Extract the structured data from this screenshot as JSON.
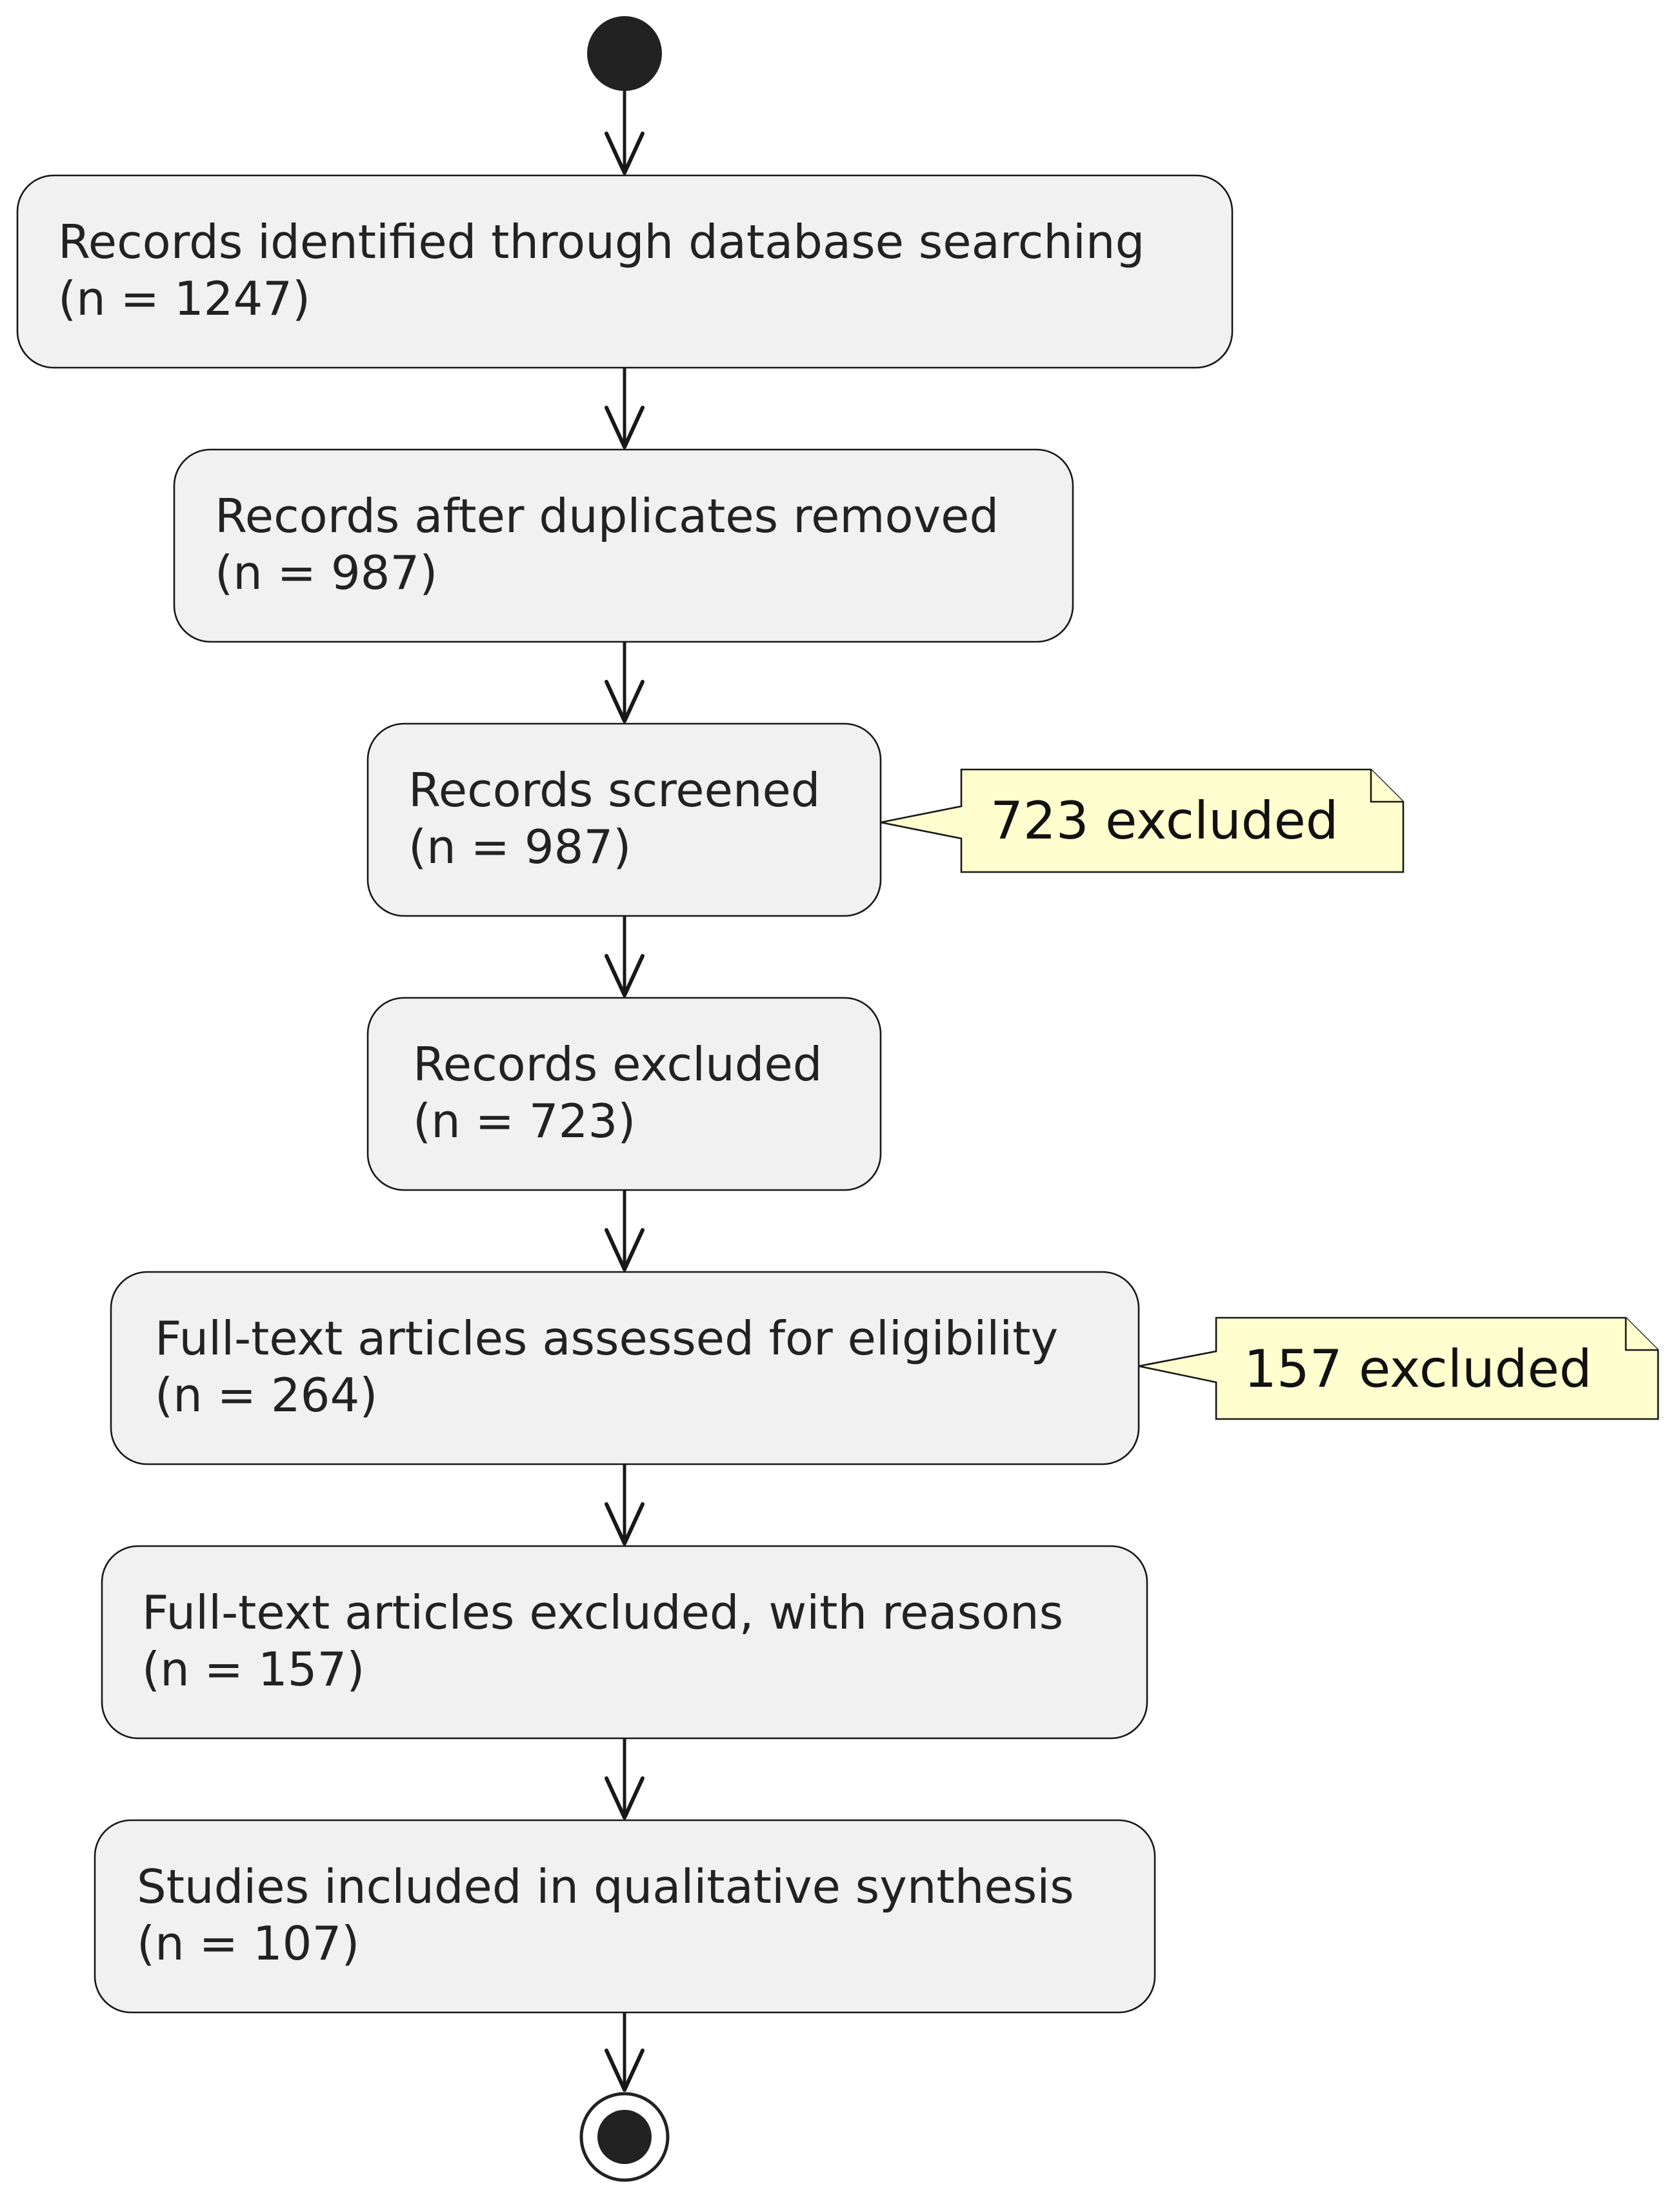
{
  "flow": {
    "steps": [
      {
        "line1": "Records identified through database searching",
        "line2": "(n = 1247)"
      },
      {
        "line1": "Records after duplicates removed",
        "line2": "(n = 987)"
      },
      {
        "line1": "Records screened",
        "line2": "(n = 987)"
      },
      {
        "line1": "Records excluded",
        "line2": "(n = 723)"
      },
      {
        "line1": "Full-text articles assessed for eligibility",
        "line2": "(n = 264)"
      },
      {
        "line1": "Full-text articles excluded, with reasons",
        "line2": "(n = 157)"
      },
      {
        "line1": "Studies included in qualitative synthesis",
        "line2": "(n = 107)"
      }
    ],
    "notes": [
      {
        "text": "723 excluded"
      },
      {
        "text": "157 excluded"
      }
    ]
  },
  "colors": {
    "box_fill": "#f1f1f1",
    "note_fill": "#fefece",
    "stroke": "#181818"
  }
}
